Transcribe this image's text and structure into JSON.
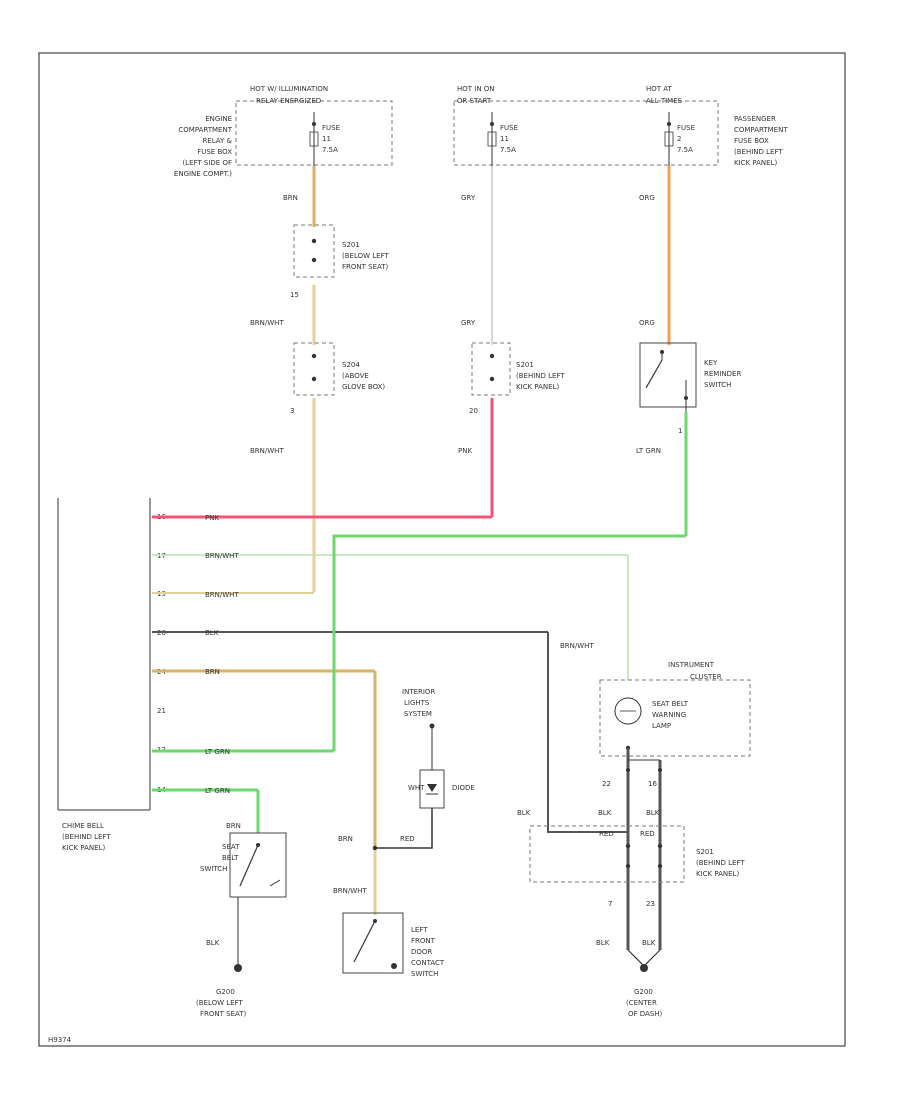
{
  "colors": {
    "brn": "#d9b36a",
    "gry": "#bdbdbd",
    "org": "#f3a04e",
    "pnk": "#ef5675",
    "ltgrn": "#6bd96b",
    "grnwht": "#b6e3a8",
    "brnwht": "#e3cf9a",
    "blk": "#555555",
    "dark": "#333333"
  },
  "hot_labels": {
    "illumination": [
      "HOT W/ ILLUMINATION",
      "RELAY ENERGIZED"
    ],
    "run_start": [
      "HOT IN ON",
      "OR START"
    ],
    "all_times": [
      "HOT AT",
      "ALL TIMES"
    ]
  },
  "fuse_box_left": [
    "ENGINE",
    "COMPARTMENT",
    "RELAY &",
    "FUSE BOX",
    "(LEFT SIDE OF",
    "ENGINE COMPT.)"
  ],
  "fuse_box_right": [
    "PASSENGER",
    "COMPARTMENT",
    "FUSE BOX",
    "(BEHIND LEFT",
    "KICK PANEL)"
  ],
  "fuses": {
    "f1": [
      "FUSE",
      "11",
      "7.5A"
    ],
    "f2": [
      "FUSE",
      "11",
      "7.5A"
    ],
    "f3": [
      "FUSE",
      "2",
      "7.5A"
    ]
  },
  "connectors": {
    "s201": [
      "S201",
      "(BELOW LEFT",
      "FRONT SEAT)"
    ],
    "s204": [
      "S204",
      "(ABOVE",
      "GLOVE BOX)"
    ],
    "s201b": [
      "S201",
      "(BEHIND LEFT",
      "KICK PANEL)"
    ],
    "s201c": [
      "S201",
      "(BEHIND LEFT",
      "KICK PANEL)"
    ]
  },
  "wires": {
    "brn": "BRN",
    "gry": "GRY",
    "org": "ORG",
    "brnwht": "BRN/WHT",
    "pnk": "PNK",
    "ltgrn": "LT GRN",
    "blk": "BLK",
    "red": "RED",
    "wht": "WHT"
  },
  "pins": {
    "p15": "15",
    "p3": "3",
    "p20": "20",
    "p1": "1",
    "p22": "22",
    "p16": "16",
    "p7": "7",
    "p23": "23"
  },
  "chime_pins": [
    "16",
    "17",
    "19",
    "20",
    "24",
    "21",
    "12",
    "14"
  ],
  "key_switch": [
    "KEY",
    "REMINDER",
    "SWITCH"
  ],
  "instrument_cluster": [
    "INSTRUMENT",
    "CLUSTER"
  ],
  "seat_belt_lamp": [
    "SEAT BELT",
    "WARNING",
    "LAMP"
  ],
  "interior_lights": [
    "INTERIOR",
    "LIGHTS",
    "SYSTEM"
  ],
  "diode": "DIODE",
  "chime_bell": [
    "CHIME BELL",
    "(BEHIND LEFT",
    "KICK PANEL)"
  ],
  "seat_belt_switch": [
    "SEAT",
    "BELT",
    "SWITCH"
  ],
  "door_switch": [
    "LEFT",
    "FRONT",
    "DOOR",
    "CONTACT",
    "SWITCH"
  ],
  "ground_left": [
    "G200",
    "(BELOW LEFT",
    "FRONT SEAT)"
  ],
  "ground_right": [
    "G200",
    "(CENTER",
    "OF DASH)"
  ],
  "footer": "H9374"
}
